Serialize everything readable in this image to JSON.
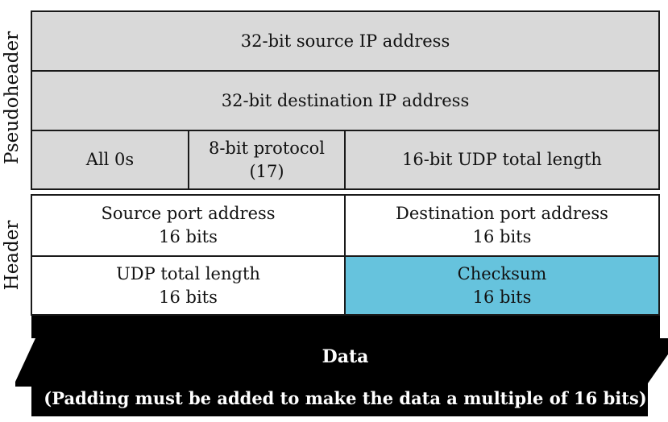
{
  "labels": {
    "pseudoheader": "Pseudoheader",
    "header": "Header"
  },
  "pseudoheader": {
    "source_ip": "32-bit source IP address",
    "destination_ip": "32-bit destination IP address",
    "all_zeros": "All 0s",
    "protocol_line1": "8-bit protocol",
    "protocol_line2": "(17)",
    "udp_total_length": "16-bit UDP total length"
  },
  "header": {
    "source_port_line1": "Source port address",
    "source_port_line2": "16 bits",
    "destination_port_line1": "Destination port address",
    "destination_port_line2": "16 bits",
    "udp_length_line1": "UDP total length",
    "udp_length_line2": "16 bits",
    "checksum_line1": "Checksum",
    "checksum_line2": "16 bits"
  },
  "data_block": {
    "title": "Data",
    "note": "(Padding must be added to make the data a multiple of 16 bits)"
  },
  "colors": {
    "pseudoheader_fill": "#d9d9d9",
    "header_fill": "#ffffff",
    "checksum_fill": "#66c3dd",
    "data_fill": "#000000"
  }
}
